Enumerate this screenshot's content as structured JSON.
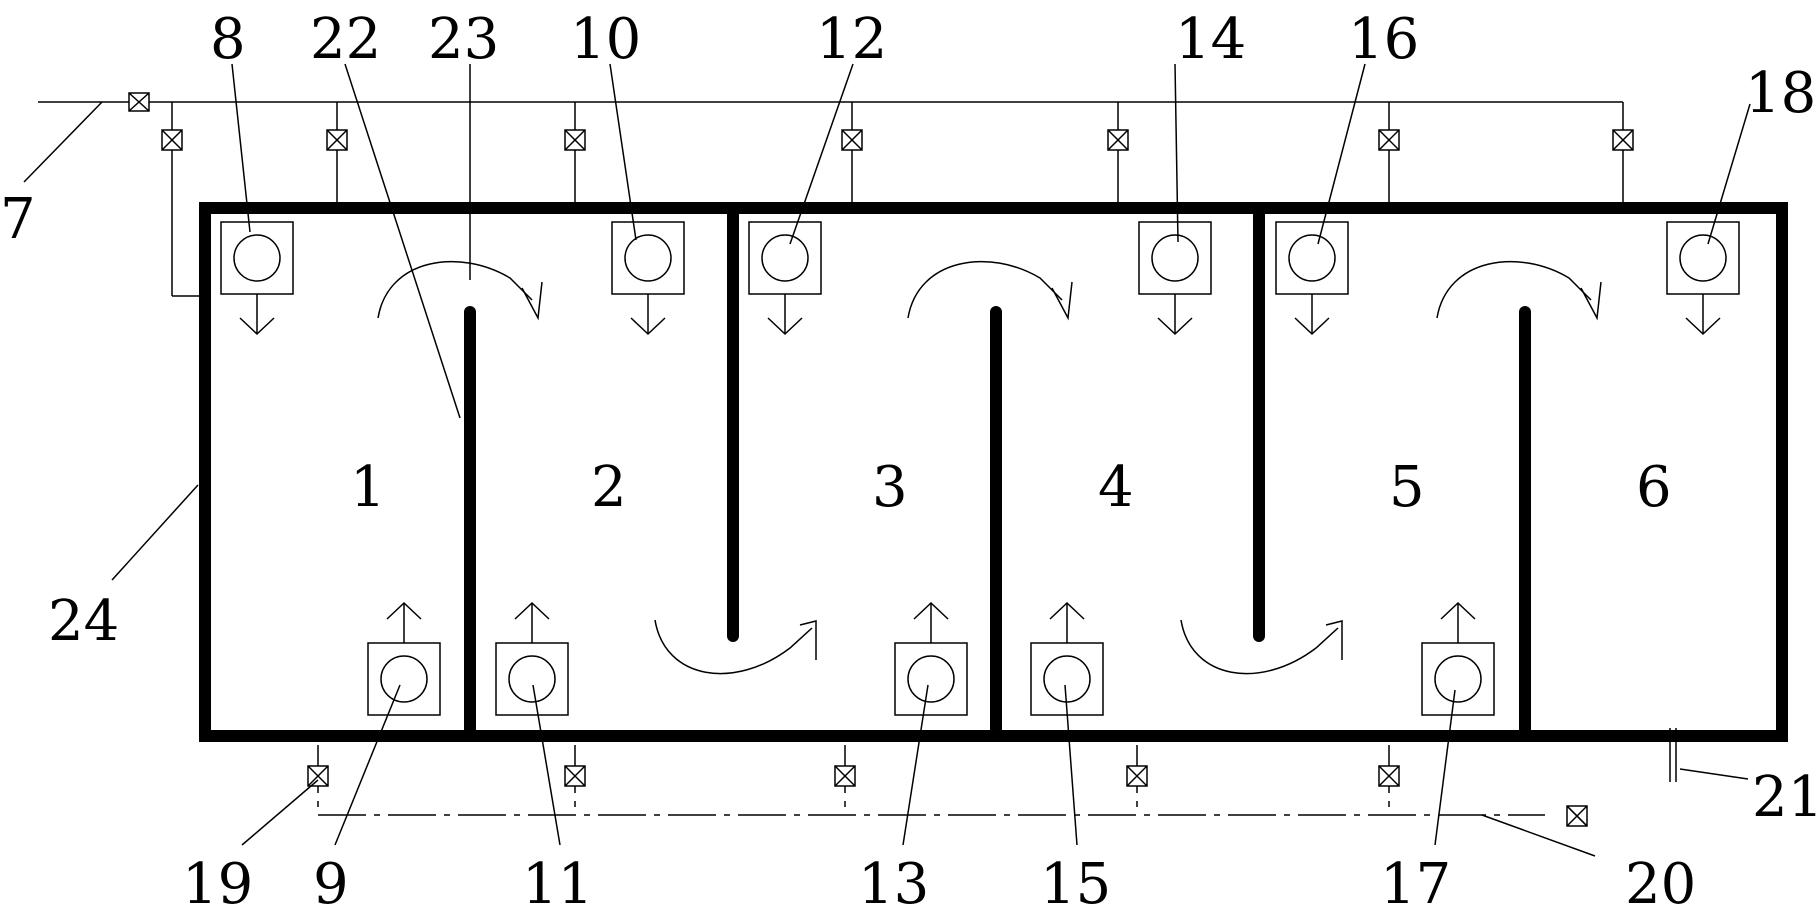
{
  "labels": {
    "l7": "7",
    "l8": "8",
    "l9": "9",
    "l10": "10",
    "l11": "11",
    "l12": "12",
    "l13": "13",
    "l14": "14",
    "l15": "15",
    "l16": "16",
    "l17": "17",
    "l18": "18",
    "l19": "19",
    "l20": "20",
    "l21": "21",
    "l22": "22",
    "l23": "23",
    "l24": "24"
  },
  "cells": [
    "1",
    "2",
    "3",
    "4",
    "5",
    "6"
  ]
}
